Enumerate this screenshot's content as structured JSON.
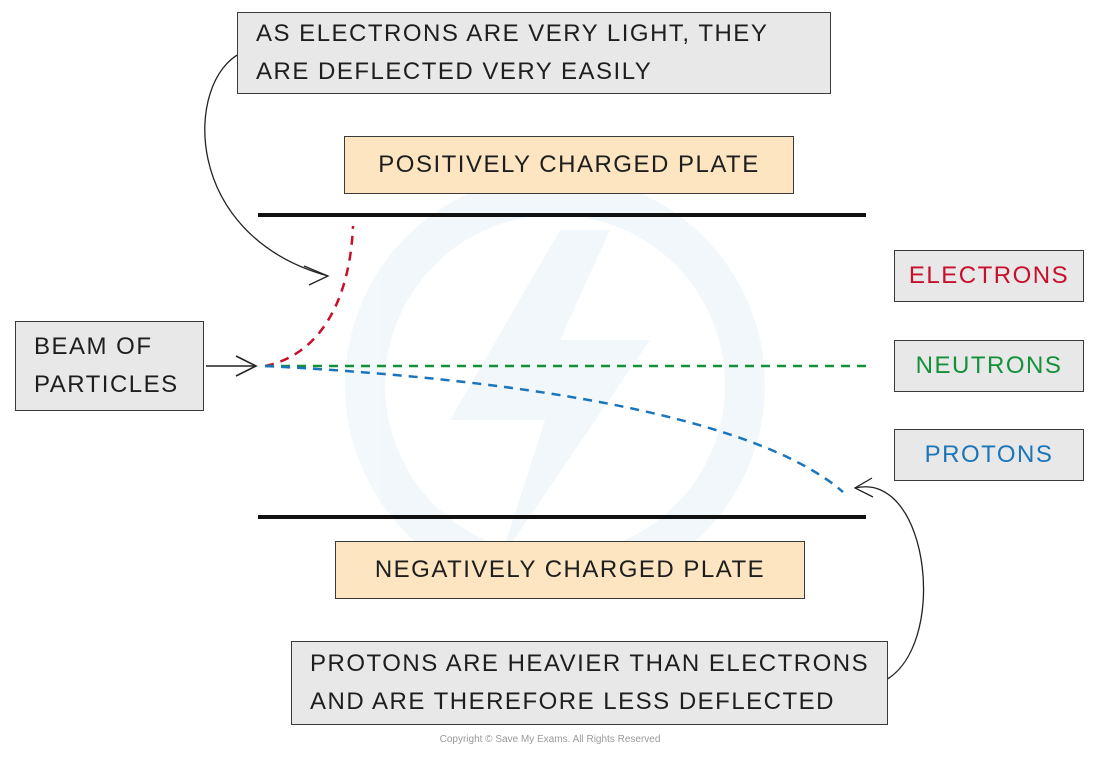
{
  "notes": {
    "electrons_note": [
      "AS ELECTRONS ARE VERY LIGHT, THEY",
      "ARE DEFLECTED VERY EASILY"
    ],
    "protons_note": [
      "PROTONS ARE HEAVIER THAN ELECTRONS",
      "AND ARE THEREFORE LESS DEFLECTED"
    ]
  },
  "plates": {
    "positive": "POSITIVELY CHARGED PLATE",
    "negative": "NEGATIVELY CHARGED PLATE"
  },
  "source": [
    "BEAM OF",
    "PARTICLES"
  ],
  "legend": [
    {
      "label": "ELECTRONS",
      "color": "#c8102e"
    },
    {
      "label": "NEUTRONS",
      "color": "#13913a"
    },
    {
      "label": "PROTONS",
      "color": "#1b75bb"
    }
  ],
  "colors": {
    "note_box": "#e8e8e8",
    "plate_box": "#fce5c0",
    "outline": "#3a3a3a"
  },
  "copyright": "Copyright © Save My Exams. All Rights Reserved"
}
